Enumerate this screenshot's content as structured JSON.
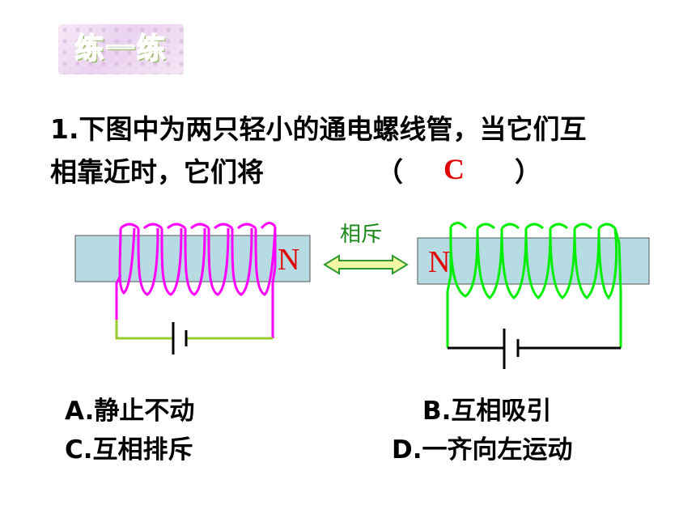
{
  "badge": {
    "text": "练一练"
  },
  "question": {
    "line1": "1.下图中为两只轻小的通电螺线管，当它们互",
    "line2": "相靠近时，它们将",
    "paren_open": "（",
    "paren_close": "）",
    "answer": "C"
  },
  "figure": {
    "left_pole": "N",
    "right_pole": "N",
    "arrow_label": "相斥",
    "colors": {
      "left_coil": "#ff00ff",
      "right_coil": "#00ee00",
      "core_fill": "#b7dbe3",
      "pole_text": "#e00000",
      "arrow_fill": "#f4f7a6",
      "arrow_stroke": "#2d9a2d",
      "left_lead": "#99cc33",
      "answer": "#e00000"
    }
  },
  "options": {
    "a": "A.静止不动",
    "b": "B.互相吸引",
    "c": "C.互相排斥",
    "d": "D.一齐向左运动"
  }
}
